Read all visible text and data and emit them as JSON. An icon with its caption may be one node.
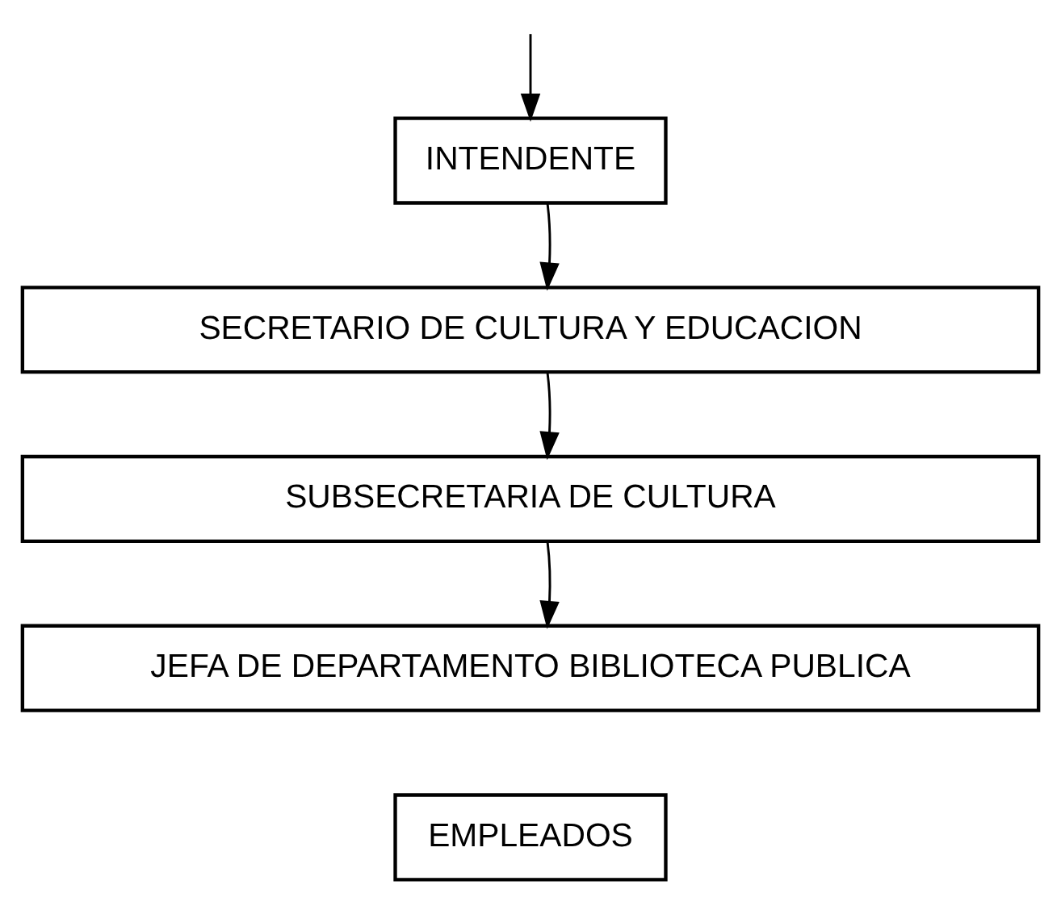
{
  "diagram": {
    "nodes": [
      {
        "text": [
          "INTENDENTE"
        ]
      },
      {
        "text": [
          "SECRETARIO DE CULTURA Y EDUCACION"
        ]
      },
      {
        "text": [
          "SUBSECRETARIA DE CULTURA"
        ]
      },
      {
        "text": [
          "JEFA DE DEPARTAMENTO BIBLIOTECA PUBLICA"
        ]
      },
      {
        "text": [
          "EMPLEADOS"
        ]
      }
    ],
    "edges": [
      {
        "from": null,
        "to": 0,
        "arrow": "to"
      },
      {
        "from": 0,
        "to": 1,
        "arrow": "to"
      },
      {
        "from": 1,
        "to": 2,
        "arrow": "to"
      },
      {
        "from": 2,
        "to": 3,
        "arrow": "to"
      }
    ]
  }
}
